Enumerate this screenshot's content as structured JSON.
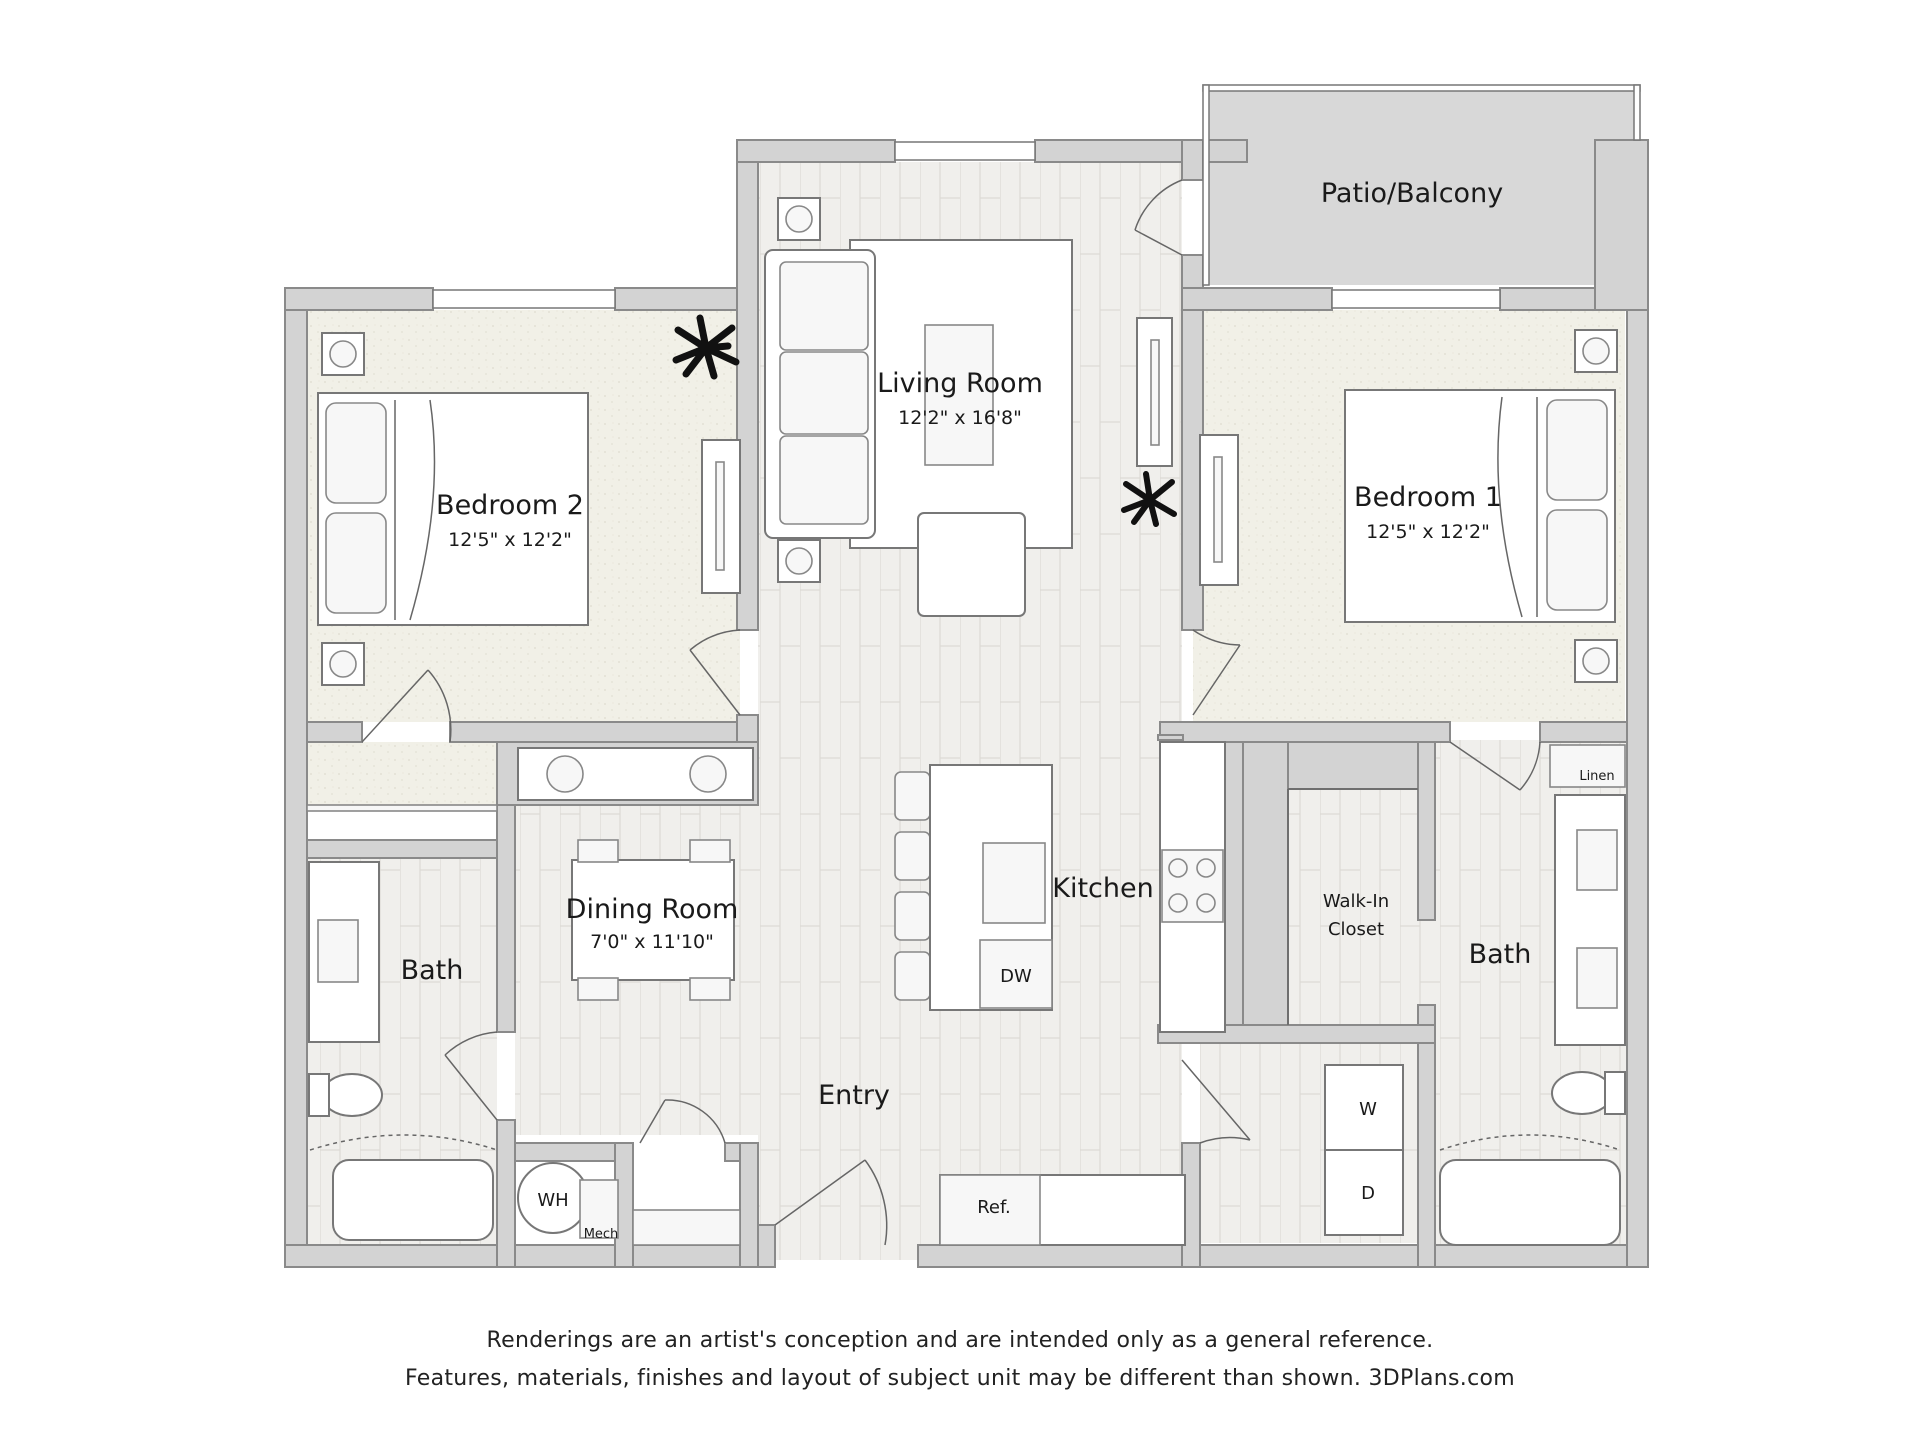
{
  "rooms": {
    "patio": {
      "name": "Patio/Balcony"
    },
    "living": {
      "name": "Living Room",
      "dims": "12'2\" x 16'8\""
    },
    "bedroom2": {
      "name": "Bedroom 2",
      "dims": "12'5\" x 12'2\""
    },
    "bedroom1": {
      "name": "Bedroom 1",
      "dims": "12'5\" x 12'2\""
    },
    "dining": {
      "name": "Dining Room",
      "dims": "7'0\" x 11'10\""
    },
    "kitchen": {
      "name": "Kitchen"
    },
    "bath_left": {
      "name": "Bath"
    },
    "bath_right": {
      "name": "Bath"
    },
    "closet": {
      "line1": "Walk-In",
      "line2": "Closet"
    },
    "entry": {
      "name": "Entry"
    }
  },
  "fixtures": {
    "dw": "DW",
    "wh": "WH",
    "mech": "Mech",
    "ref": "Ref.",
    "washer": "W",
    "dryer": "D",
    "linen": "Linen"
  },
  "disclaimer": {
    "line1": "Renderings are an artist's conception and are intended only as a general reference.",
    "line2": "Features, materials, finishes and layout of subject unit may be different than shown. 3DPlans.com"
  }
}
